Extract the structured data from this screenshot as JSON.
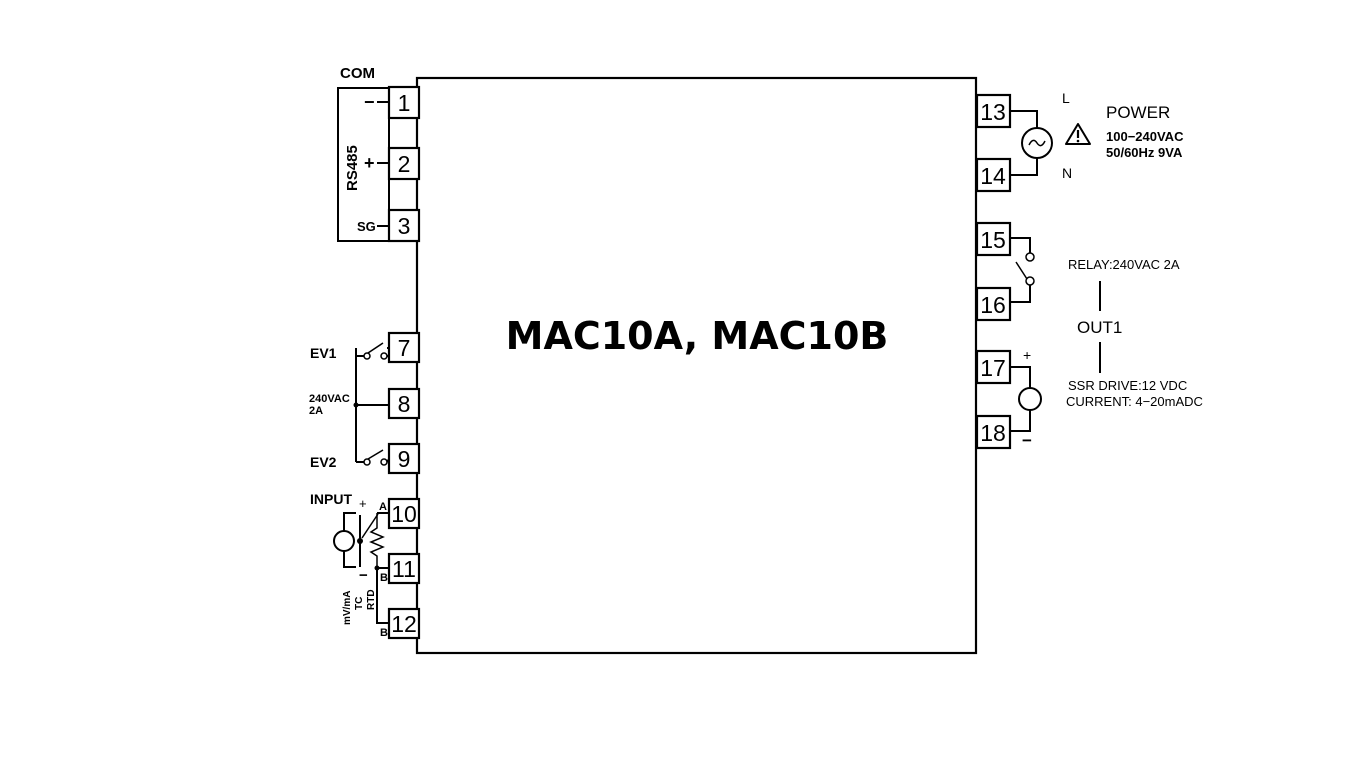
{
  "device": {
    "title": "MAC10A, MAC10B"
  },
  "terminals": [
    "1",
    "2",
    "3",
    "7",
    "8",
    "9",
    "10",
    "11",
    "12",
    "13",
    "14",
    "15",
    "16",
    "17",
    "18"
  ],
  "com": {
    "header": "COM",
    "bus": "RS485",
    "minus": "−",
    "plus": "+",
    "sg": "SG"
  },
  "events": {
    "ev1": "EV1",
    "ev2": "EV2",
    "rating_line1": "240VAC",
    "rating_line2": "2A"
  },
  "input": {
    "label": "INPUT",
    "plus": "+",
    "minus": "−",
    "a": "A",
    "b1": "B",
    "b2": "B",
    "types_1": "mV/mA",
    "types_2": "TC",
    "types_3": "RTD"
  },
  "power": {
    "label": "POWER",
    "l": "L",
    "n": "N",
    "spec_line1": "100−240VAC",
    "spec_line2": "50/60Hz 9VA"
  },
  "out1": {
    "relay": "RELAY:240VAC  2A",
    "label": "OUT1",
    "ssr": "SSR  DRIVE:12 VDC",
    "current": "CURRENT: 4−20mADC",
    "plus": "+",
    "minus": "−"
  }
}
